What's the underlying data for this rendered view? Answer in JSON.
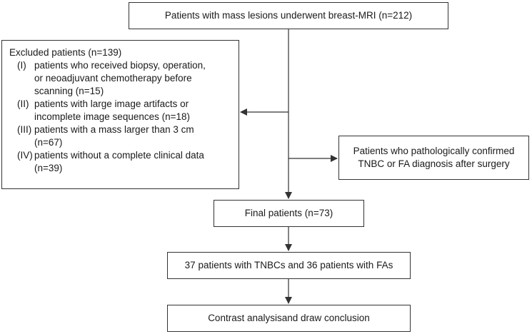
{
  "flowchart": {
    "start": "Patients with mass lesions underwent breast-MRI (n=212)",
    "excluded": {
      "title": "Excluded patients (n=139)",
      "items": [
        {
          "num": "(I)",
          "lines": [
            "patients who received biopsy, operation,",
            "or neoadjuvant chemotherapy before",
            "scanning (n=15)"
          ]
        },
        {
          "num": "(II)",
          "lines": [
            "patients with large image artifacts or",
            "incomplete image sequences (n=18)"
          ]
        },
        {
          "num": "(III)",
          "lines": [
            "patients with a mass larger than 3 cm",
            "(n=67)"
          ]
        },
        {
          "num": "(IV)",
          "lines": [
            "patients without a complete clinical data",
            "(n=39)"
          ]
        }
      ]
    },
    "side": {
      "lines": [
        "Patients who pathologically confirmed",
        "TNBC or FA diagnosis after surgery"
      ]
    },
    "final": "Final patients (n=73)",
    "groups": "37 patients with TNBCs and 36 patients with FAs",
    "conclusion": "Contrast analysisand draw conclusion"
  }
}
